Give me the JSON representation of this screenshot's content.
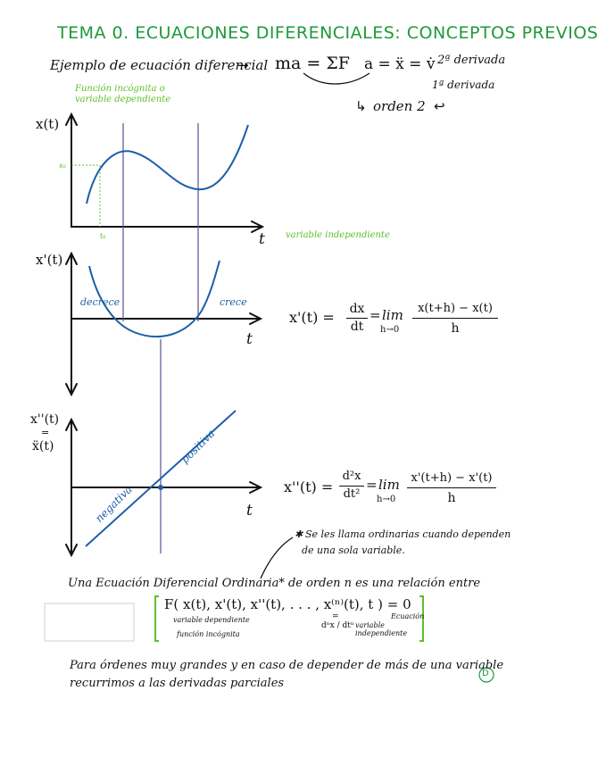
{
  "title": "TEMA 0. ECUACIONES DIFERENCIALES: CONCEPTOS PREVIOS",
  "intro": {
    "example_label": "Ejemplo de ecuación diferencial",
    "newton": "ma = ΣF",
    "accel": "a = ẍ = v̇",
    "second_derivative": "2ª derivada",
    "first_derivative": "1ª derivada",
    "order_note": "orden 2"
  },
  "graph1": {
    "ylabel": "x(t)",
    "xlabel": "t",
    "unknown_function_note": "Función incógnita o variable dependiente",
    "independent_var_note": "variable independiente",
    "x0_label": "x₀",
    "t0_label": "t₀"
  },
  "graph2": {
    "ylabel": "x'(t)",
    "xlabel": "t",
    "decreasing": "decrece",
    "increasing": "crece",
    "formula_lhs": "x'(t) =",
    "formula_frac_num": "dx",
    "formula_frac_den": "dt",
    "formula_lim": "lim",
    "formula_lim_sub": "h→0",
    "formula_num": "x(t+h) − x(t)",
    "formula_den": "h"
  },
  "graph3": {
    "ylabel_top": "x''(t)",
    "ylabel_eq": "=",
    "ylabel_bottom": "ẍ(t)",
    "xlabel": "t",
    "negative": "negativa",
    "positive": "positiva",
    "formula_lhs": "x''(t) =",
    "formula_frac_num": "d²x",
    "formula_frac_den": "dt²",
    "formula_lim": "lim",
    "formula_lim_sub": "h→0",
    "formula_num": "x'(t+h) − x'(t)",
    "formula_den": "h"
  },
  "ode_note": {
    "line1": "Se les llama ordinarias cuando dependen",
    "line2": "de una sola variable."
  },
  "definition": "Una Ecuación Diferencial Ordinaria* de orden n es una relación entre",
  "equation": {
    "expr": "F( x(t), x'(t), x''(t), . . . , x⁽ⁿ⁾(t), t ) = 0",
    "dep_var": "variable dependiente",
    "unknown": "función incógnita",
    "deriv_eq": "=",
    "deriv_frac": "dⁿx / dtⁿ",
    "indep_var": "variable independiente",
    "ecuacion": "Ecuación"
  },
  "closing": {
    "line1": "Para órdenes muy grandes y en caso de depender de más de una variable",
    "line2": "recurrimos a las derivadas parciales"
  },
  "badge": "D"
}
